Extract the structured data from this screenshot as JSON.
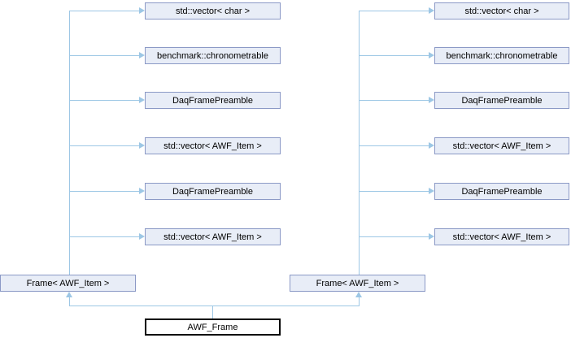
{
  "diagram": {
    "type": "class-collaboration-graph",
    "colors": {
      "background": "#ffffff",
      "node_fill": "#e8edf7",
      "node_border": "#8b99c6",
      "edge": "#9dc7e5",
      "main_fill": "#ffffff",
      "main_border": "#000000",
      "text": "#000000"
    },
    "left_group": {
      "parent": "Frame< AWF_Item >",
      "members": [
        "std::vector< char >",
        "benchmark::chronometrable",
        "DaqFramePreamble",
        "std::vector< AWF_Item >",
        "DaqFramePreamble",
        "std::vector< AWF_Item >"
      ]
    },
    "right_group": {
      "parent": "Frame< AWF_Item >",
      "members": [
        "std::vector< char >",
        "benchmark::chronometrable",
        "DaqFramePreamble",
        "std::vector< AWF_Item >",
        "DaqFramePreamble",
        "std::vector< AWF_Item >"
      ]
    },
    "main_node": "AWF_Frame"
  }
}
